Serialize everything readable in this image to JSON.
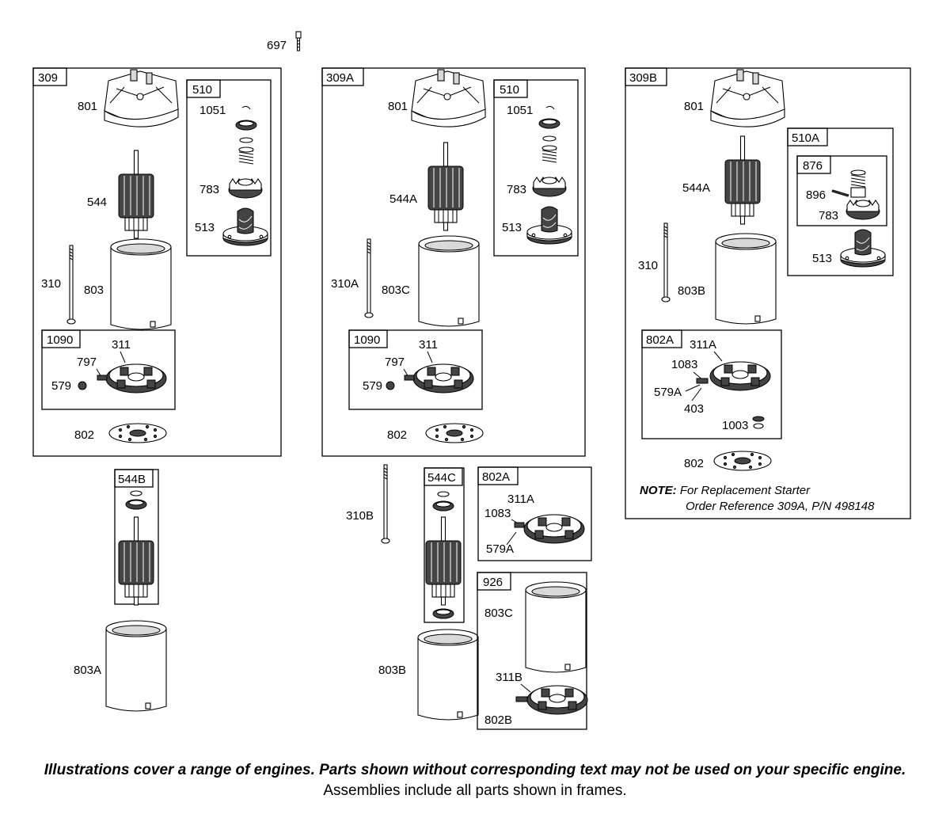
{
  "labels": {
    "l697": "697",
    "a_frame": "309",
    "a801": "801",
    "a544": "544",
    "a310": "310",
    "a803": "803",
    "a510": "510",
    "a1051": "1051",
    "a783": "783",
    "a513": "513",
    "a1090": "1090",
    "a311": "311",
    "a797": "797",
    "a579": "579",
    "a802": "802",
    "c544B": "544B",
    "c803A": "803A",
    "b_frame": "309A",
    "b801": "801",
    "b544A": "544A",
    "b310A": "310A",
    "b803C": "803C",
    "b510": "510",
    "b1051": "1051",
    "b783": "783",
    "b513": "513",
    "b1090": "1090",
    "b311": "311",
    "b797": "797",
    "b579": "579",
    "b802": "802",
    "d310B": "310B",
    "d544C": "544C",
    "d803B": "803B",
    "e802A": "802A",
    "e311A": "311A",
    "e1083": "1083",
    "e579A": "579A",
    "f926": "926",
    "f803C": "803C",
    "f311B": "311B",
    "f802B": "802B",
    "g_frame": "309B",
    "g801": "801",
    "g544A": "544A",
    "g310": "310",
    "g803B": "803B",
    "g510A": "510A",
    "g876": "876",
    "g896": "896",
    "g783": "783",
    "g513": "513",
    "g802A": "802A",
    "g311A": "311A",
    "g1083": "1083",
    "g579A": "579A",
    "g403": "403",
    "g1003": "1003",
    "g802": "802"
  },
  "note": {
    "prefix": "NOTE:",
    "line1": " For Replacement Starter",
    "line2": "Order Reference 309A, P/N 498148"
  },
  "footer": {
    "line1": "Illustrations cover a range of engines. Parts shown without corresponding text may not be used on your specific engine.",
    "line2": "Assemblies include all parts shown in frames."
  }
}
